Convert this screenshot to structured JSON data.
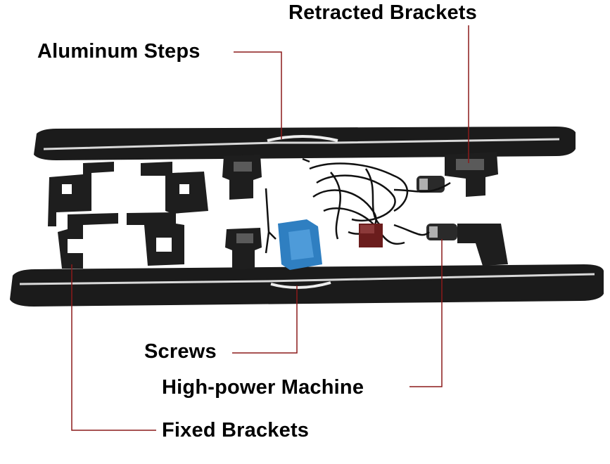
{
  "labels": {
    "retracted_brackets": "Retracted Brackets",
    "aluminum_steps": "Aluminum Steps",
    "screws": "Screws",
    "high_power_machine": "High-power Machine",
    "fixed_brackets": "Fixed Brackets"
  },
  "colors": {
    "leader_line": "#8b1a1a",
    "step_body": "#1b1b1b",
    "step_trim": "#d9d9d9",
    "screw_bag": "#2f7fc1"
  }
}
